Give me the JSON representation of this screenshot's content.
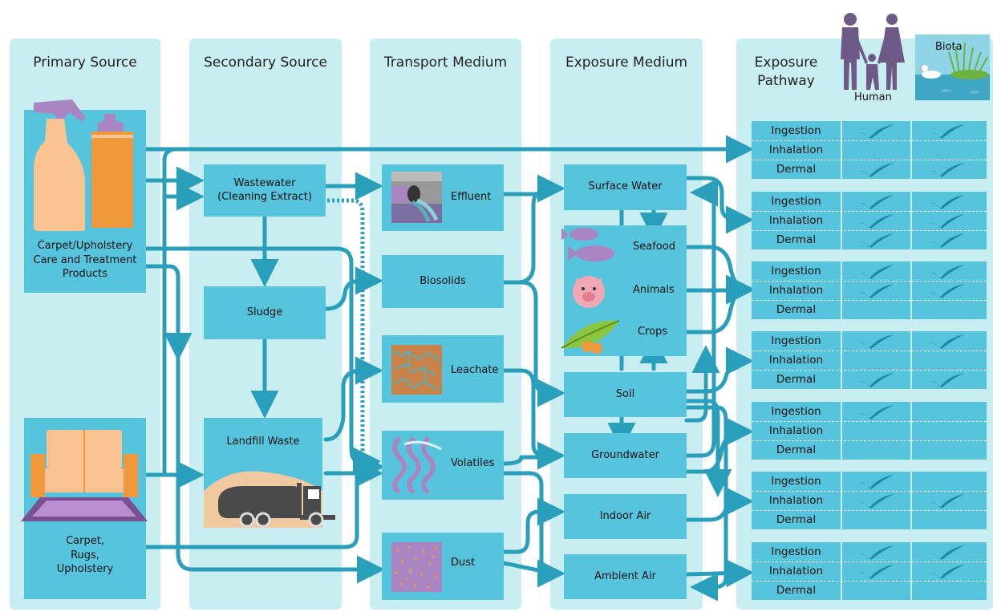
{
  "columns": {
    "primary": "Primary Source",
    "secondary": "Secondary Source",
    "transport": "Transport Medium",
    "exposure_medium": "Exposure Medium",
    "pathway": "Exposure\nPathway"
  },
  "primary_sources": {
    "carpet_care": "Carpet/Upholstery\nCare and Treatment\nProducts",
    "carpet_rugs": "Carpet,\nRugs,\nUpholstery"
  },
  "secondary_sources": {
    "wastewater": "Wastewater\n(Cleaning Extract)",
    "sludge": "Sludge",
    "landfill": "Landfill Waste"
  },
  "transport_media": {
    "effluent": "Effluent",
    "biosolids": "Biosolids",
    "leachate": "Leachate",
    "volatiles": "Volatiles",
    "dust": "Dust"
  },
  "exposure_media": {
    "surface_water": "Surface Water",
    "seafood": "Seafood",
    "animals": "Animals",
    "crops": "Crops",
    "soil": "Soil",
    "groundwater": "Groundwater",
    "indoor_air": "Indoor Air",
    "ambient_air": "Ambient Air"
  },
  "receptors": {
    "human": "Human",
    "biota": "Biota"
  },
  "pathway_labels": [
    "Ingestion",
    "Inhalation",
    "Dermal"
  ],
  "pathway_checks": [
    {
      "human": [
        true,
        false,
        true
      ],
      "biota": [
        true,
        false,
        true
      ]
    },
    {
      "human": [
        true,
        true,
        true
      ],
      "biota": [
        true,
        true,
        true
      ]
    },
    {
      "human": [
        true,
        true,
        false
      ],
      "biota": [
        true,
        true,
        false
      ]
    },
    {
      "human": [
        true,
        false,
        true
      ],
      "biota": [
        true,
        false,
        true
      ]
    },
    {
      "human": [
        true,
        false,
        false
      ],
      "biota": [
        false,
        false,
        false
      ]
    },
    {
      "human": [
        true,
        true,
        false
      ],
      "biota": [
        false,
        true,
        false
      ]
    },
    {
      "human": [
        true,
        true,
        false
      ],
      "biota": [
        true,
        true,
        false
      ]
    }
  ],
  "colors": {
    "column_bg": "#c8eef2",
    "box": "#56c4dc",
    "line": "#2a9fbc",
    "check": "#1b8aa3"
  }
}
